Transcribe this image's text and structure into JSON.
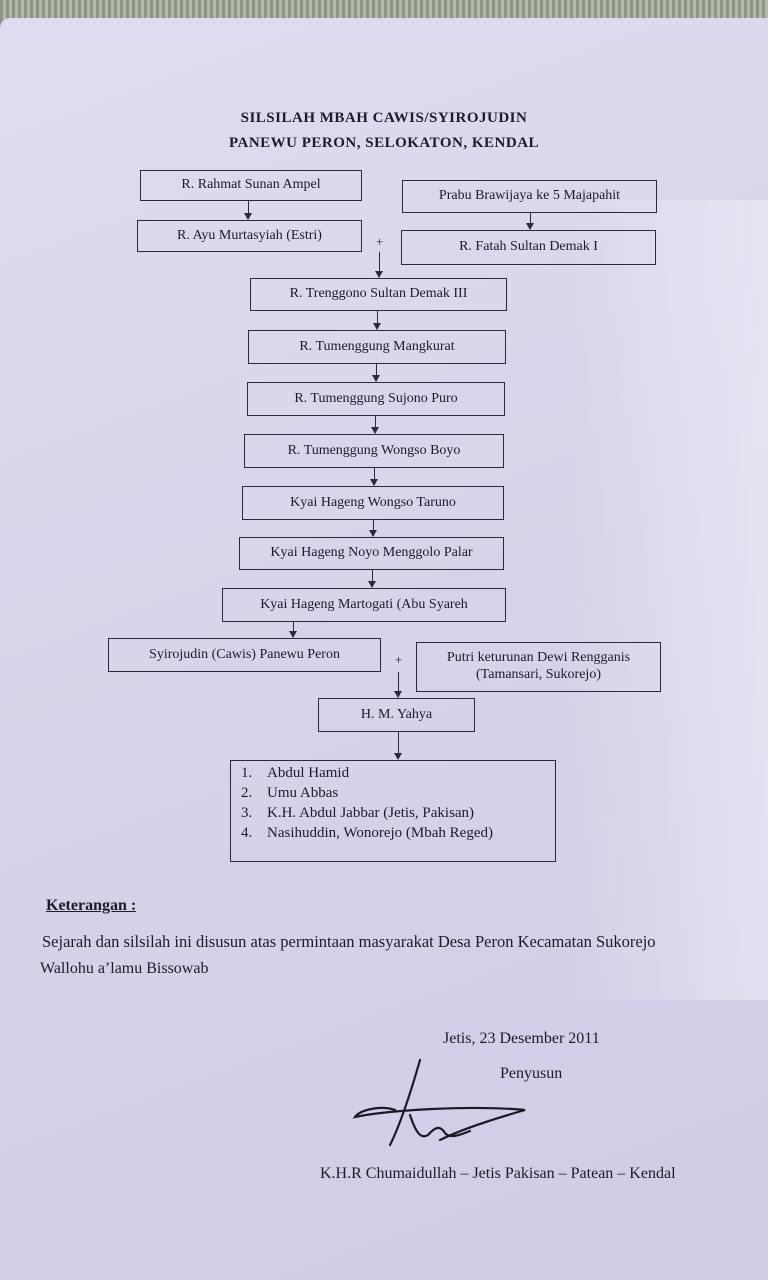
{
  "title_line1": "SILSILAH MBAH CAWIS/SYIROJUDIN",
  "title_line2": "PANEWU PERON, SELOKATON, KENDAL",
  "tree": {
    "rahmat": "R. Rahmat Sunan Ampel",
    "brawijaya": "Prabu Brawijaya ke 5 Majapahit",
    "ayu": "R. Ayu Murtasyiah (Estri)",
    "fatah": "R. Fatah Sultan Demak I",
    "plus": "+",
    "trenggono": "R. Trenggono Sultan Demak III",
    "mangkurat": "R. Tumenggung Mangkurat",
    "sujono": "R. Tumenggung Sujono Puro",
    "wongsoboyo": "R. Tumenggung Wongso Boyo",
    "wongsotaruno": "Kyai Hageng Wongso Taruno",
    "noyo": "Kyai Hageng Noyo Menggolo Palar",
    "martogati": "Kyai Hageng Martogati (Abu Syareh",
    "syirojudin": "Syirojudin (Cawis) Panewu Peron",
    "putri_1": "Putri keturunan Dewi Rengganis",
    "putri_2": "(Tamansari, Sukorejo)",
    "yahya": "H. M. Yahya",
    "children": [
      {
        "n": "1.",
        "name": "Abdul Hamid"
      },
      {
        "n": "2.",
        "name": "Umu Abbas"
      },
      {
        "n": "3.",
        "name": "K.H. Abdul Jabbar (Jetis, Pakisan)"
      },
      {
        "n": "4.",
        "name": "Nasihuddin, Wonorejo (Mbah Reged)"
      }
    ]
  },
  "notes": {
    "heading": "Keterangan :",
    "line1": "Sejarah dan silsilah ini disusun atas permintaan masyarakat Desa Peron Kecamatan Sukorejo",
    "line2": "Wallohu a’lamu Bissowab"
  },
  "signature_block": {
    "place_date": "Jetis, 23 Desember 2011",
    "role": "Penyusun",
    "name": "K.H.R Chumaidullah – Jetis Pakisan – Patean – Kendal"
  }
}
